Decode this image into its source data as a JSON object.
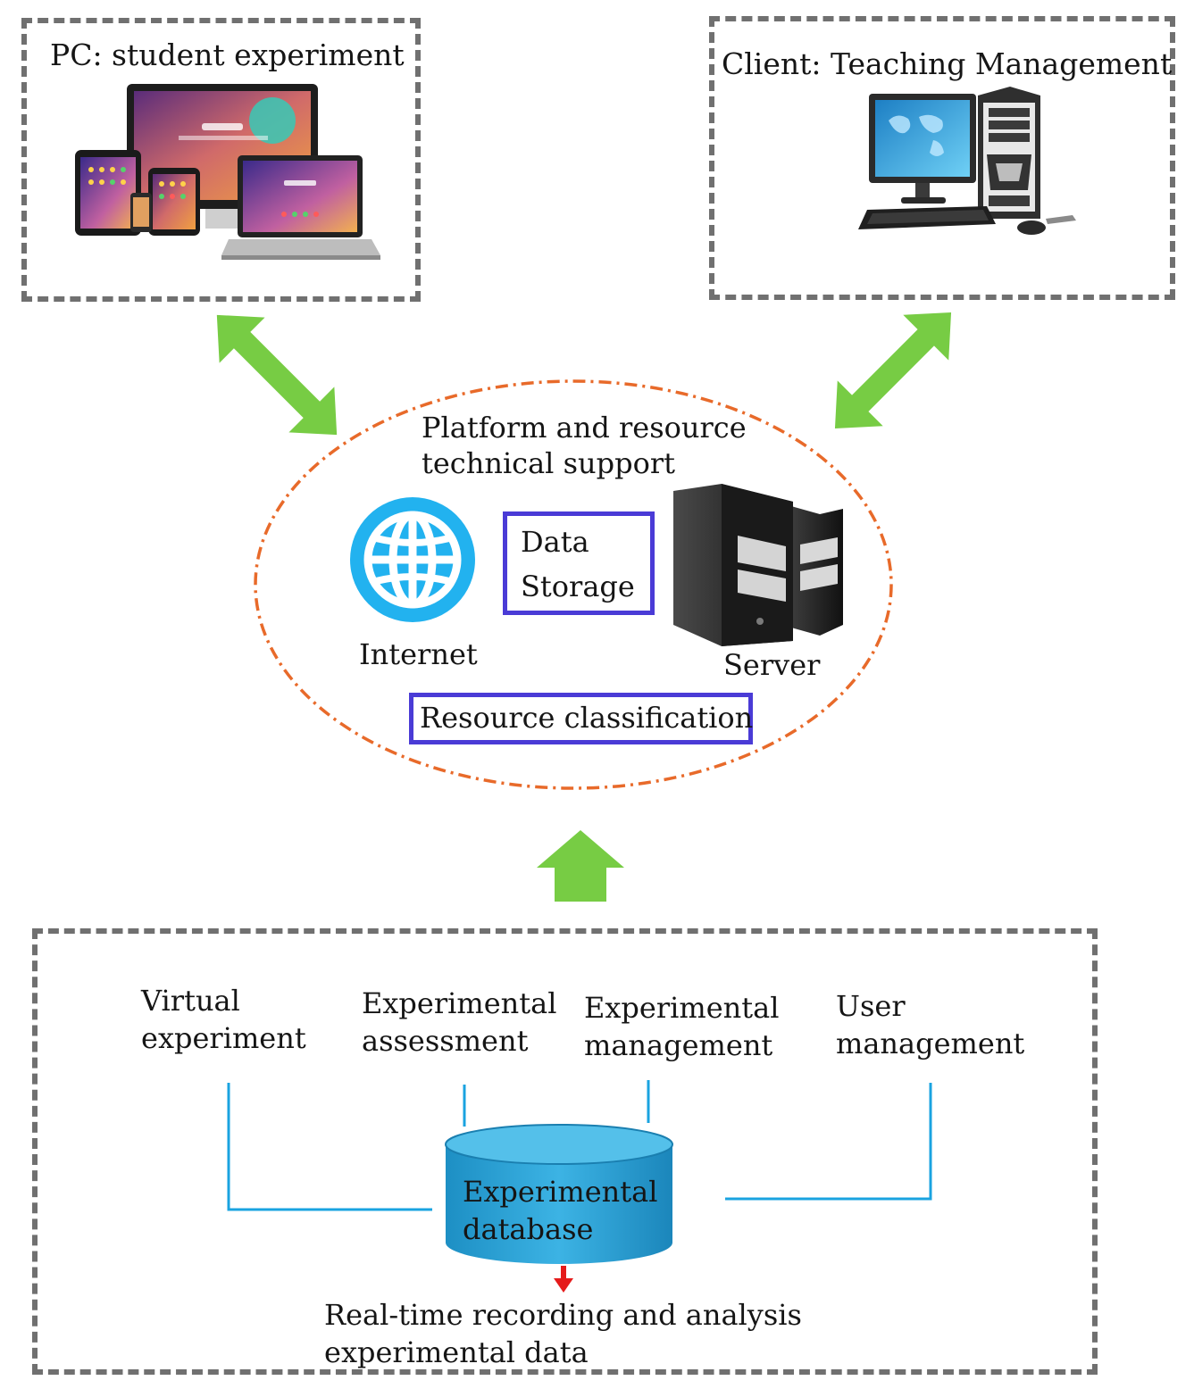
{
  "panels": {
    "student": {
      "title": "PC: student experiment"
    },
    "client": {
      "title": "Client:  Teaching Management"
    }
  },
  "platform": {
    "title_line1": "Platform and resource",
    "title_line2": "technical support",
    "internet_label": "Internet",
    "data_storage_line1": "Data",
    "data_storage_line2": "Storage",
    "server_label": "Server",
    "resource_classification": "Resource classification"
  },
  "modules": {
    "virtual_line1": "Virtual",
    "virtual_line2": "experiment",
    "assessment_line1": "Experimental",
    "assessment_line2": "assessment",
    "management_line1": "Experimental",
    "management_line2": "management",
    "user_line1": "User",
    "user_line2": "management",
    "database_line1": "Experimental",
    "database_line2": "database",
    "recording_line1": "Real-time recording and analysis",
    "recording_line2": "experimental data"
  },
  "colors": {
    "arrow_green": "#77cc44",
    "dashed_border": "#707070",
    "ellipse_border": "#e86a2a",
    "inner_box_border": "#4a3bd6",
    "connector_blue": "#1aa3e0",
    "database_fill": "#2ea6dc",
    "small_arrow_red": "#e51b1b",
    "globe_blue": "#22b2ef"
  },
  "icons": [
    "devices-icon",
    "desktop-computer-icon",
    "globe-icon",
    "server-icon",
    "database-icon"
  ]
}
